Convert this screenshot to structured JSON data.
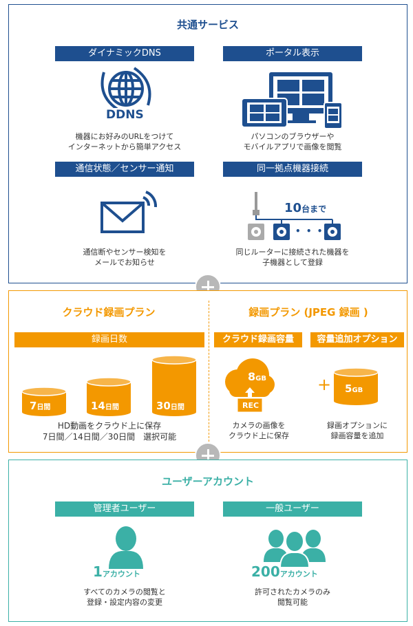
{
  "common": {
    "title": "共通サービス",
    "ddns": {
      "label": "ダイナミックDNS",
      "logo_text": "DDNS",
      "desc1": "機器にお好みのURLをつけて",
      "desc2": "インターネットから簡単アクセス"
    },
    "portal": {
      "label": "ポータル表示",
      "desc1": "パソコンのブラウザーや",
      "desc2": "モバイルアプリで画像を閲覧"
    },
    "notify": {
      "label": "通信状態／センサー通知",
      "desc1": "通信断やセンサー検知を",
      "desc2": "メールでお知らせ"
    },
    "multi": {
      "label": "同一拠点機器接続",
      "count": "10",
      "count_unit": "台まで",
      "dots": "• • •",
      "desc1": "同じルーターに接続された機器を",
      "desc2": "子機器として登録"
    }
  },
  "cloud": {
    "title": "クラウド録画プラン",
    "days_label": "録画日数",
    "cyl": [
      {
        "num": "7",
        "unit": "日間"
      },
      {
        "num": "14",
        "unit": "日間"
      },
      {
        "num": "30",
        "unit": "日間"
      }
    ],
    "desc1": "HD動画をクラウド上に保存",
    "desc2": "7日間／14日間／30日間　選択可能"
  },
  "jpeg": {
    "title": "録画プラン (JPEG 録画 )",
    "capacity_label": "クラウド録画容量",
    "option_label": "容量追加オプション",
    "cloud_num": "8",
    "cloud_unit": "GB",
    "rec": "REC",
    "plus_sign": "+",
    "opt_num": "5",
    "opt_unit": "GB",
    "desc_cap1": "カメラの画像を",
    "desc_cap2": "クラウド上に保存",
    "desc_opt1": "録画オプションに",
    "desc_opt2": "録画容量を追加"
  },
  "accounts": {
    "title": "ユーザーアカウント",
    "admin": {
      "label": "管理者ユーザー",
      "num": "1",
      "unit": "アカウント",
      "desc1": "すべてのカメラの閲覧と",
      "desc2": "登録・設定内容の変更"
    },
    "general": {
      "label": "一般ユーザー",
      "num": "200",
      "unit": "アカウント",
      "desc1": "許可されたカメラのみ",
      "desc2": "閲覧可能"
    }
  },
  "colors": {
    "blue": "#1e4f8f",
    "orange": "#f39800",
    "teal": "#3bb0a6",
    "plus_gray": "#b8b8b8"
  }
}
